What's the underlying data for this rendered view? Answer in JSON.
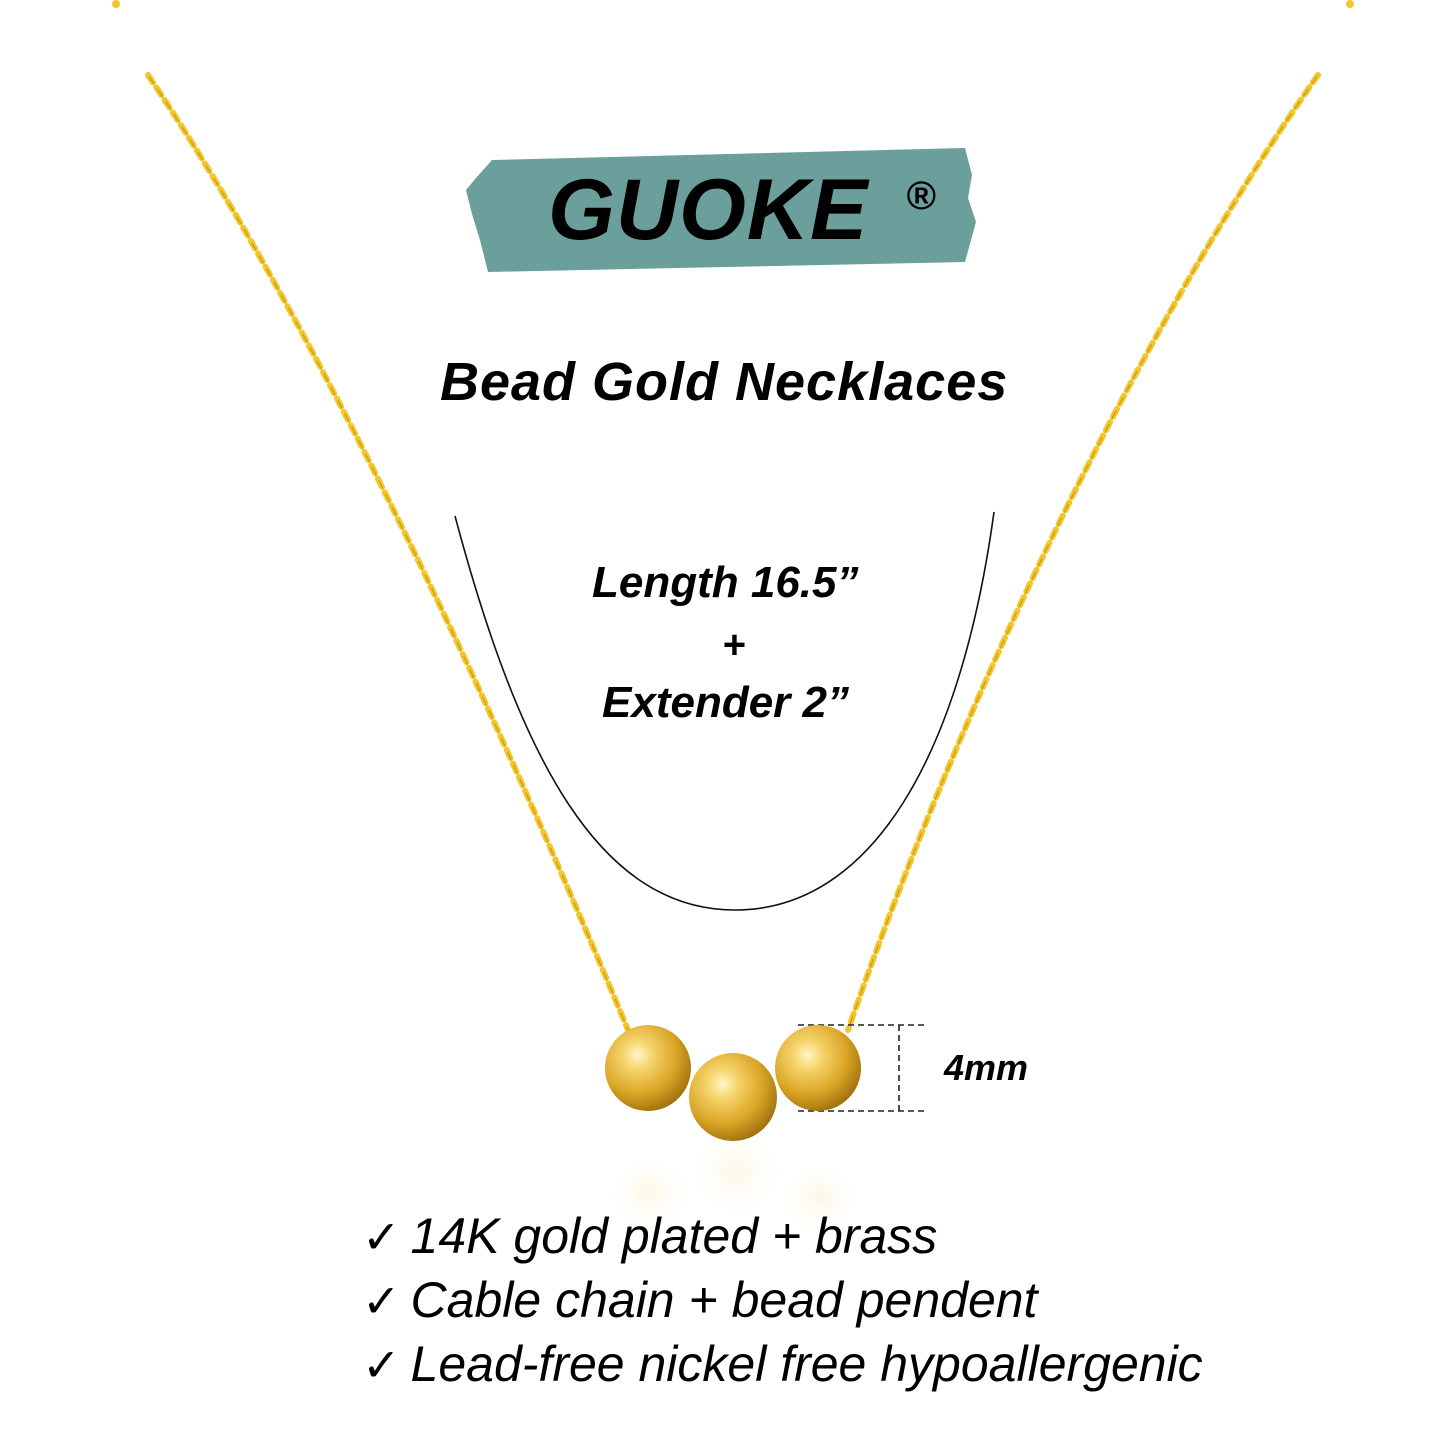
{
  "brand": {
    "name": "GUOKE",
    "mark": "®",
    "badge_color": "#6a9f9b"
  },
  "product": {
    "title": "Bead Gold Necklaces"
  },
  "length": {
    "main": "Length 16.5”",
    "plus": "+",
    "extender": "Extender 2”"
  },
  "bead": {
    "size": "4mm",
    "count": 3
  },
  "features": [
    {
      "check": "✓",
      "text": "14K gold plated + brass"
    },
    {
      "check": "✓",
      "text": "Cable chain + bead pendent"
    },
    {
      "check": "✓",
      "text": "Lead-free nickel free hypoallergenic"
    }
  ],
  "colors": {
    "gold": "#f2c62c",
    "gold_dark": "#c99a12",
    "text": "#000000",
    "background": "#ffffff"
  }
}
